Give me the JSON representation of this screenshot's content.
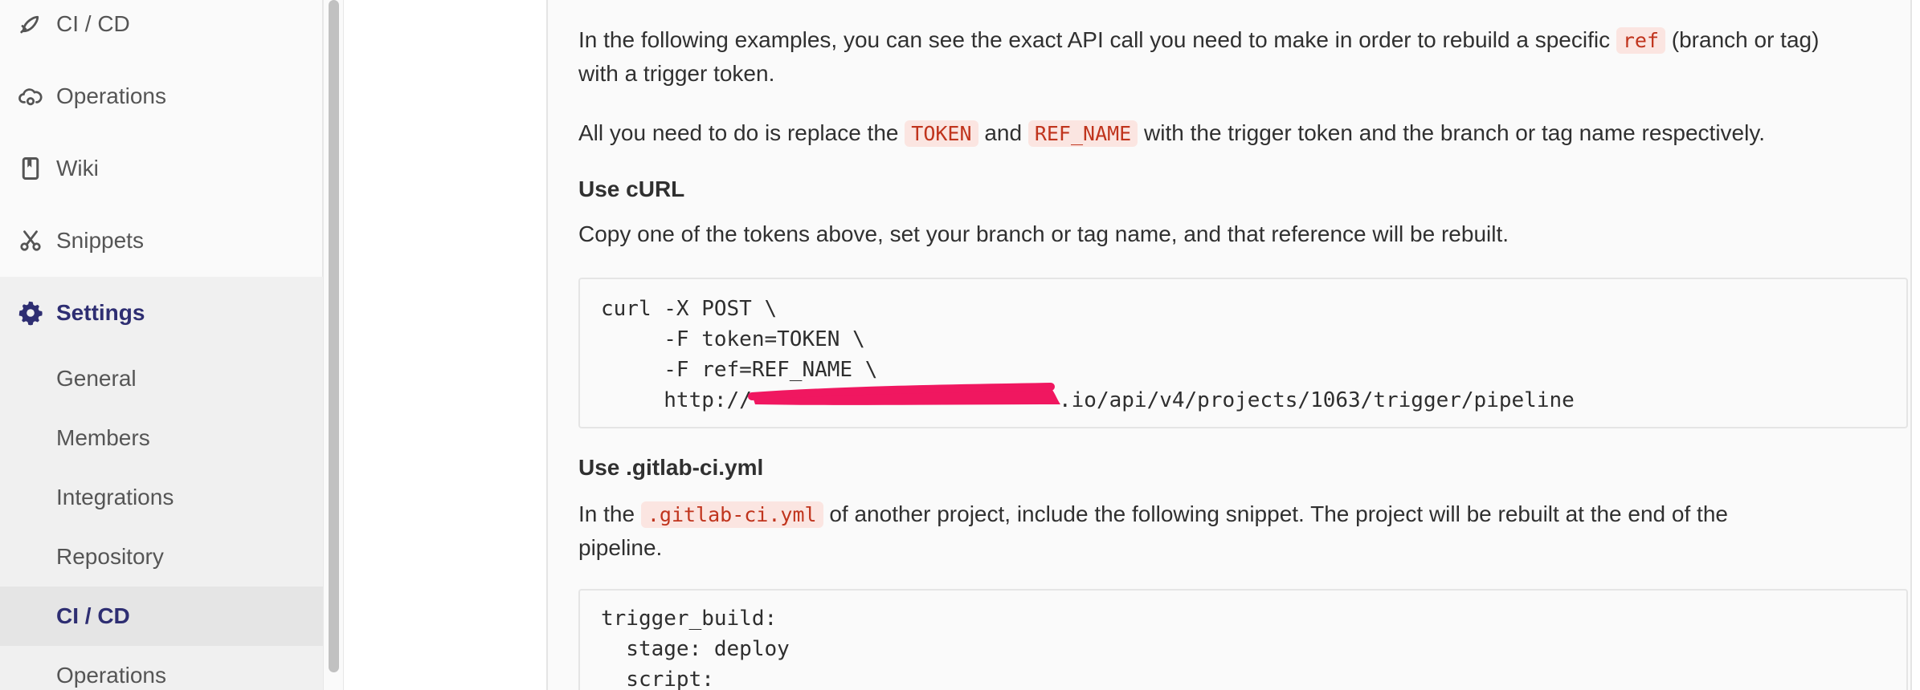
{
  "sidebar": {
    "items": [
      {
        "label": "CI / CD",
        "icon": "rocket-icon"
      },
      {
        "label": "Operations",
        "icon": "cloud-gear-icon"
      },
      {
        "label": "Wiki",
        "icon": "book-icon"
      },
      {
        "label": "Snippets",
        "icon": "scissors-icon"
      },
      {
        "label": "Settings",
        "icon": "gear-icon"
      }
    ],
    "settings_sub": [
      {
        "label": "General"
      },
      {
        "label": "Members"
      },
      {
        "label": "Integrations"
      },
      {
        "label": "Repository"
      },
      {
        "label": "CI / CD"
      },
      {
        "label": "Operations"
      }
    ]
  },
  "content": {
    "intro_a": "In the following examples, you can see the exact API call you need to make in order to rebuild a specific",
    "intro_code": "ref",
    "intro_b": "(branch or tag)",
    "intro_c": "with a trigger token.",
    "replace_a": "All you need to do is replace the",
    "replace_code1": "TOKEN",
    "replace_and": "and",
    "replace_code2": "REF_NAME",
    "replace_b": "with the trigger token and the branch or tag name respectively.",
    "curl_heading": "Use cURL",
    "curl_desc": "Copy one of the tokens above, set your branch or tag name, and that reference will be rebuilt.",
    "curl_lines": [
      "curl -X POST \\",
      "     -F token=TOKEN \\",
      "     -F ref=REF_NAME \\",
      "     http://",
      ".io/api/v4/projects/1063/trigger/pipeline"
    ],
    "yml_heading": "Use .gitlab-ci.yml",
    "yml_a": "In the",
    "yml_code": ".gitlab-ci.yml",
    "yml_b": "of another project, include the following snippet. The project will be rebuilt at the end of the",
    "yml_c": "pipeline.",
    "yml_lines": [
      "trigger_build:",
      "  stage: deploy",
      "  script:"
    ]
  },
  "colors": {
    "accent": "#2e2e72",
    "code_text": "#c0341d",
    "redaction": "#f01760"
  }
}
